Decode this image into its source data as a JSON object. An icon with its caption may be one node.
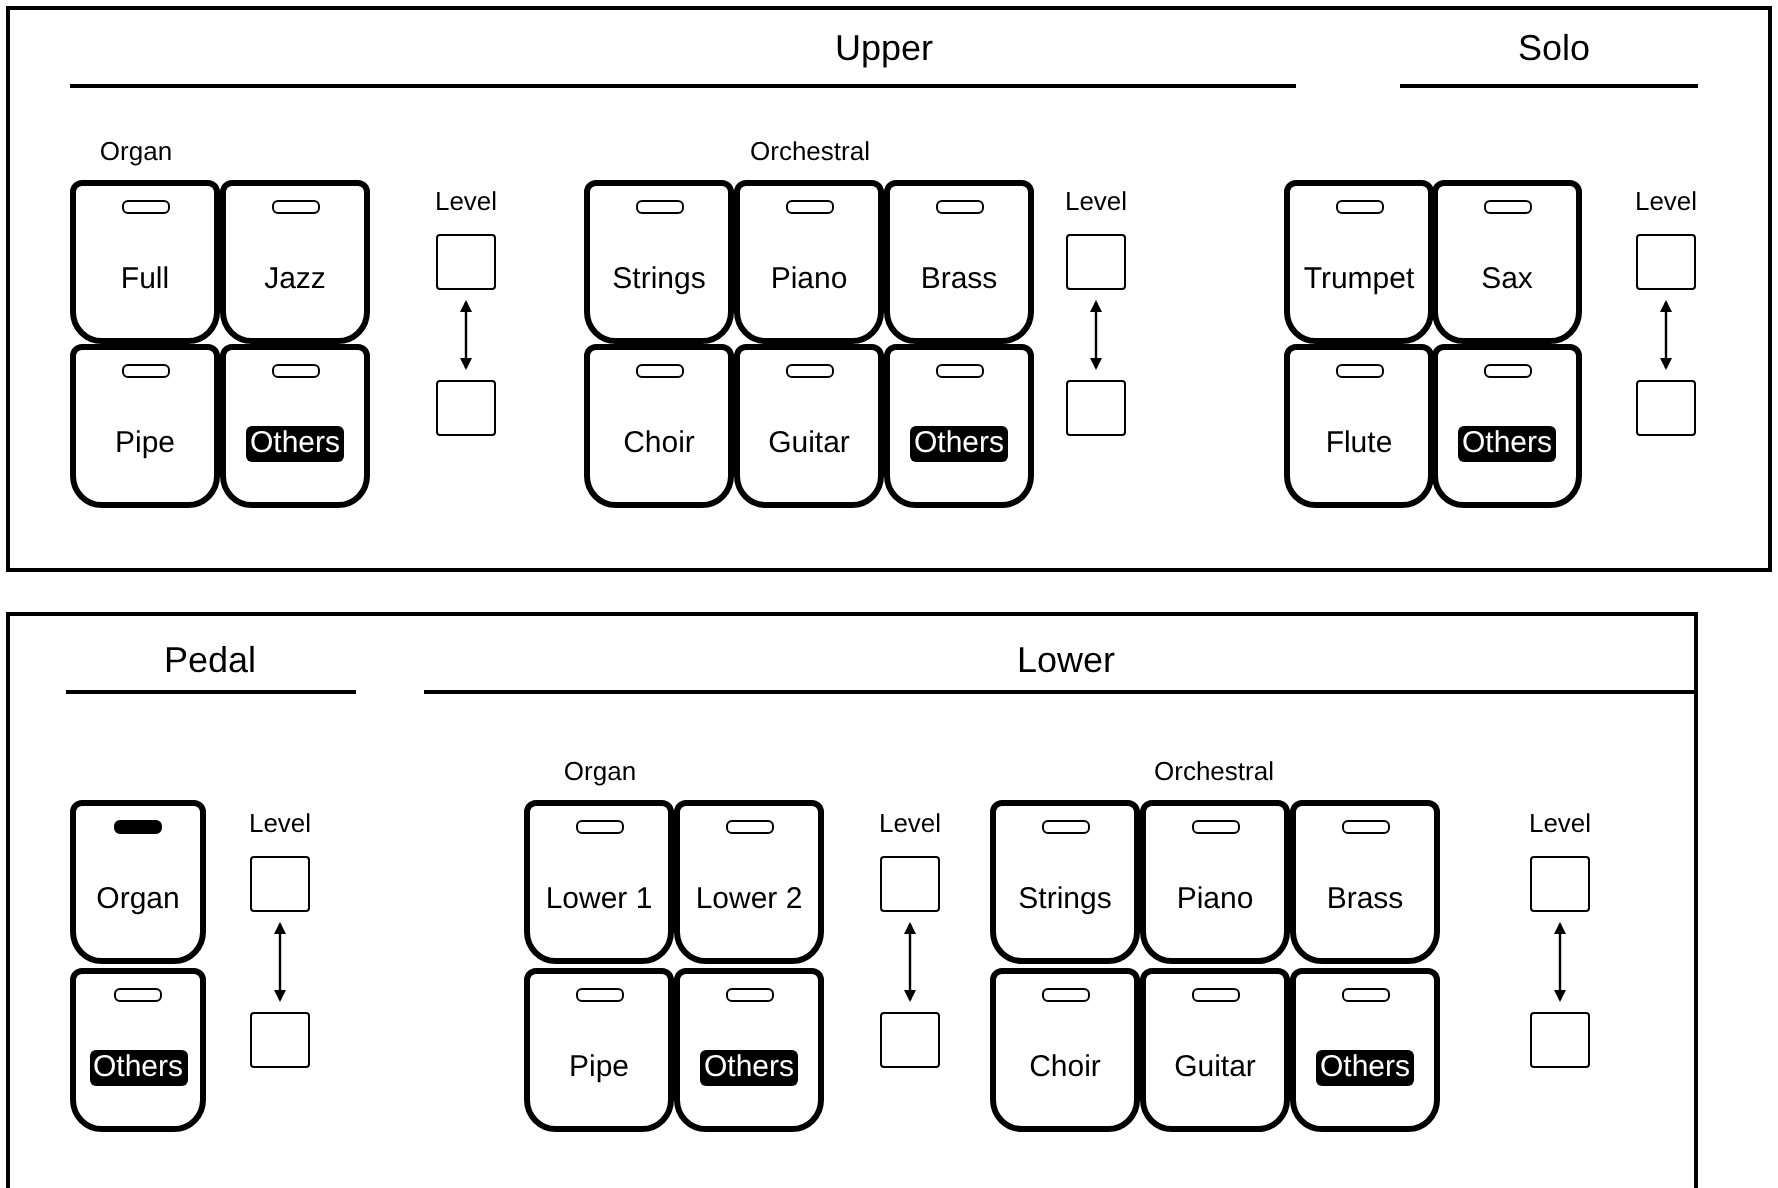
{
  "diagram": {
    "nodes": [
      {
        "text": [],
        "shape": "box"
      },
      {
        "text": [
          "Full"
        ],
        "in": 0
      },
      {
        "text": [
          "Jazz"
        ],
        "in": 0
      },
      {
        "text": [
          "Pipe"
        ],
        "in": 0
      },
      {
        "text": [
          "Others"
        ],
        "in": 0
      },
      {
        "text": [],
        "shape": "box",
        "in": 0,
        "beside": [
          "Level"
        ]
      },
      {
        "text": [],
        "shape": "box",
        "in": 0
      },
      {
        "text": [
          "Strings"
        ],
        "in": 0
      },
      {
        "text": [
          "Piano"
        ],
        "in": 0
      },
      {
        "text": [
          "Brass"
        ],
        "in": 0
      },
      {
        "text": [
          "Choir"
        ],
        "in": 0
      },
      {
        "text": [
          "Guitar"
        ],
        "in": 0
      },
      {
        "text": [
          "Others"
        ],
        "in": 0
      },
      {
        "text": [],
        "shape": "box",
        "in": 0,
        "beside": [
          "Level"
        ]
      },
      {
        "text": [],
        "shape": "box",
        "in": 0
      },
      {
        "text": [
          "Trumpet"
        ],
        "in": 0
      },
      {
        "text": [
          "Sax"
        ],
        "in": 0
      },
      {
        "text": [
          "Flute"
        ],
        "in": 0
      },
      {
        "text": [
          "Others"
        ],
        "in": 0
      },
      {
        "text": [],
        "shape": "box",
        "in": 0,
        "beside": [
          "Level"
        ]
      },
      {
        "text": [],
        "shape": "box",
        "in": 0
      },
      {
        "text": [],
        "shape": "box"
      },
      {
        "text": [
          "Organ"
        ],
        "in": 21
      },
      {
        "text": [
          "Others"
        ],
        "in": 21
      },
      {
        "text": [],
        "shape": "box",
        "in": 21,
        "beside": [
          "Level"
        ]
      },
      {
        "text": [],
        "shape": "box",
        "in": 21
      },
      {
        "text": [
          "Lower 1"
        ],
        "in": 21
      },
      {
        "text": [
          "Lower 2"
        ],
        "in": 21
      },
      {
        "text": [
          "Pipe"
        ],
        "in": 21
      },
      {
        "text": [
          "Others"
        ],
        "in": 21
      },
      {
        "text": [],
        "shape": "box",
        "in": 21,
        "beside": [
          "Level"
        ]
      },
      {
        "text": [],
        "shape": "box",
        "in": 21
      },
      {
        "text": [
          "Strings"
        ],
        "in": 21
      },
      {
        "text": [
          "Piano"
        ],
        "in": 21
      },
      {
        "text": [
          "Brass"
        ],
        "in": 21
      },
      {
        "text": [
          "Choir"
        ],
        "in": 21
      },
      {
        "text": [
          "Guitar"
        ],
        "in": 21
      },
      {
        "text": [
          "Others"
        ],
        "in": 21
      },
      {
        "text": [],
        "shape": "box",
        "in": 21,
        "beside": [
          "Level"
        ]
      },
      {
        "text": [],
        "shape": "box",
        "in": 21
      }
    ],
    "edges": [
      {
        "from": 5,
        "to": 6,
        "arrow": "both"
      },
      {
        "from": 13,
        "to": 14,
        "arrow": "both"
      },
      {
        "from": 19,
        "to": 20,
        "arrow": "both"
      },
      {
        "from": 24,
        "to": 25,
        "arrow": "both"
      },
      {
        "from": 30,
        "to": 31,
        "arrow": "both"
      },
      {
        "from": 38,
        "to": 39,
        "arrow": "both"
      }
    ],
    "labels": [
      "Upper",
      "Solo",
      "Organ",
      "Orchestral",
      "Pedal",
      "Lower",
      "Organ",
      "Orchestral"
    ]
  }
}
